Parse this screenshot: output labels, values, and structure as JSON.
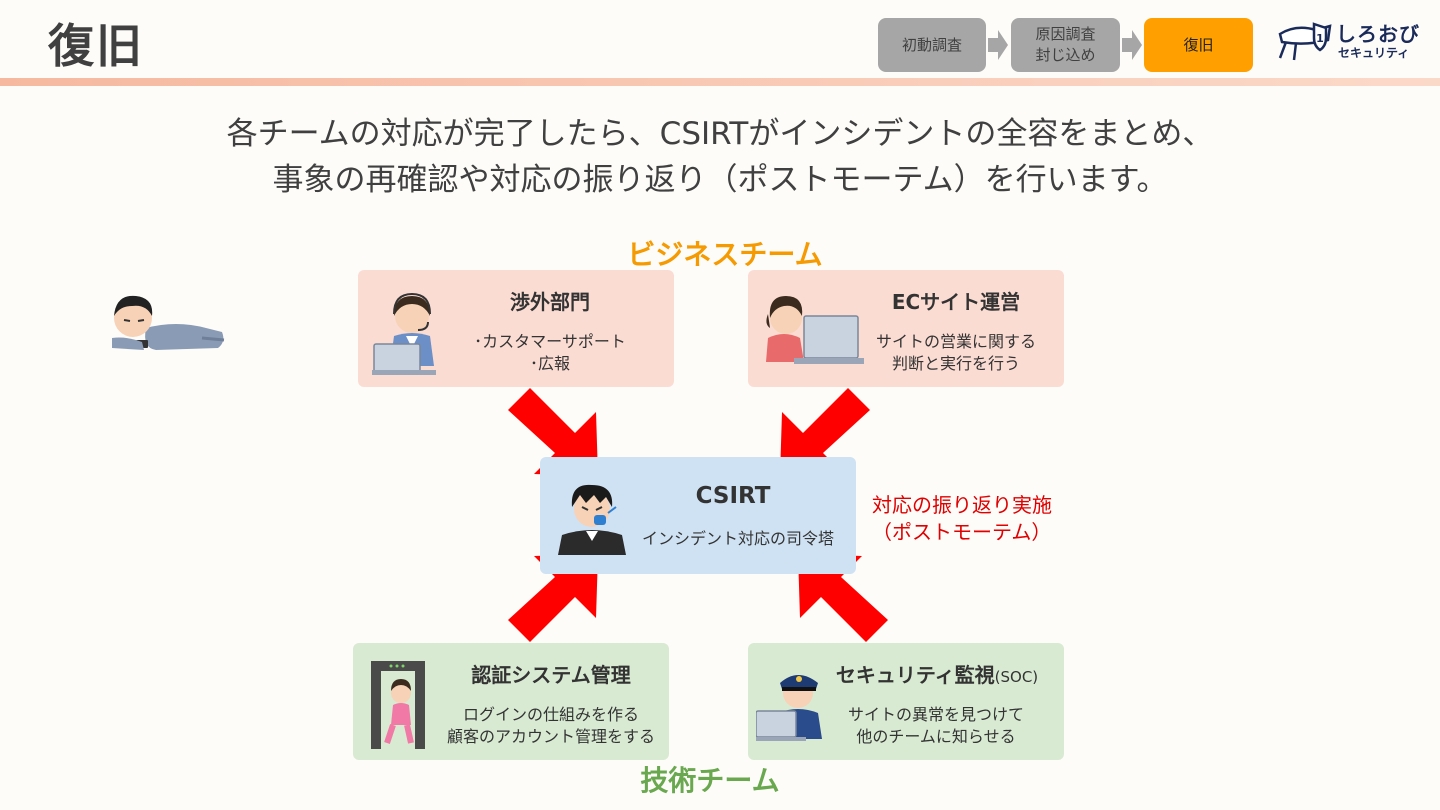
{
  "header": {
    "title": "復旧",
    "steps": [
      {
        "label": "初動調査",
        "active": false
      },
      {
        "label": "原因調査\n封じ込め",
        "active": false
      },
      {
        "label": "復旧",
        "active": true
      }
    ],
    "logo": {
      "line1": "しろおび",
      "line2": "セキュリティ",
      "icon": "white-belt-shield-logo"
    }
  },
  "lead": {
    "line1": "各チームの対応が完了したら、CSIRTがインシデントの全容をまとめ、",
    "line2": "事象の再確認や対応の振り返り（ポストモーテム）を行います。"
  },
  "groups": {
    "business": "ビジネスチーム",
    "technical": "技術チーム"
  },
  "teams": {
    "legal": {
      "name": "渉外部門",
      "desc1": "･カスタマーサポート",
      "desc2": "･広報",
      "icon": "operator-with-headset-icon"
    },
    "ec": {
      "name": "ECサイト運営",
      "desc1": "サイトの営業に関する",
      "desc2": "判断と実行を行う",
      "icon": "person-at-laptop-icon"
    },
    "csirt": {
      "name": "CSIRT",
      "desc1": "インシデント対応の司令塔",
      "icon": "commander-with-whistle-icon"
    },
    "auth": {
      "name": "認証システム管理",
      "desc1": "ログインの仕組みを作る",
      "desc2": "顧客のアカウント管理をする",
      "icon": "security-gate-person-icon"
    },
    "soc": {
      "name": "セキュリティ監視",
      "name_suffix": "(SOC)",
      "desc1": "サイトの異常を見つけて",
      "desc2": "他のチームに知らせる",
      "icon": "police-officer-at-laptop-icon"
    }
  },
  "callout": {
    "line1": "対応の振り返り実施",
    "line2": "（ポストモーテム）"
  },
  "decor": {
    "lying_person_icon": "person-lying-with-phone-icon"
  },
  "colors": {
    "active_step": "#ffa000",
    "inactive_step": "#a6a6a6",
    "business": "#f59a00",
    "technical": "#6aa84f",
    "arrow": "#ff0000",
    "callout": "#e00000",
    "csirt_box": "#cfe2f3"
  }
}
